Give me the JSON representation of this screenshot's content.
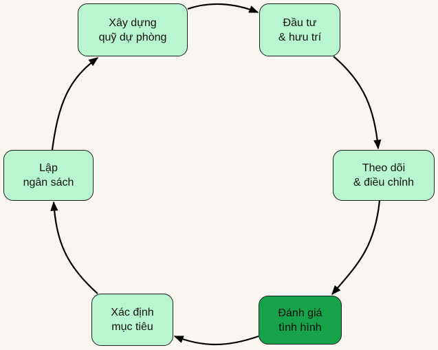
{
  "diagram": {
    "type": "cycle",
    "colors": {
      "background": "#f9f6f1",
      "node_fill": "#b8f5d0",
      "node_active_fill": "#16a34a",
      "node_border": "#1f1f1f",
      "edge": "#000000"
    },
    "nodes": [
      {
        "id": "xay-dung",
        "line1": "Xây dựng",
        "line2": "quỹ dự phòng",
        "active": false
      },
      {
        "id": "dau-tu",
        "line1": "Đầu tư",
        "line2": "& hưu trí",
        "active": false
      },
      {
        "id": "theo-doi",
        "line1": "Theo dõi",
        "line2": "& điều chỉnh",
        "active": false
      },
      {
        "id": "danh-gia",
        "line1": "Đánh giá",
        "line2": "tình hình",
        "active": true
      },
      {
        "id": "xac-dinh",
        "line1": "Xác định",
        "line2": "mục tiêu",
        "active": false
      },
      {
        "id": "lap",
        "line1": "Lập",
        "line2": "ngân sách",
        "active": false
      }
    ],
    "edges": [
      {
        "from": "xay-dung",
        "to": "dau-tu"
      },
      {
        "from": "dau-tu",
        "to": "theo-doi"
      },
      {
        "from": "theo-doi",
        "to": "danh-gia"
      },
      {
        "from": "danh-gia",
        "to": "xac-dinh"
      },
      {
        "from": "xac-dinh",
        "to": "lap"
      },
      {
        "from": "lap",
        "to": "xay-dung"
      }
    ]
  }
}
